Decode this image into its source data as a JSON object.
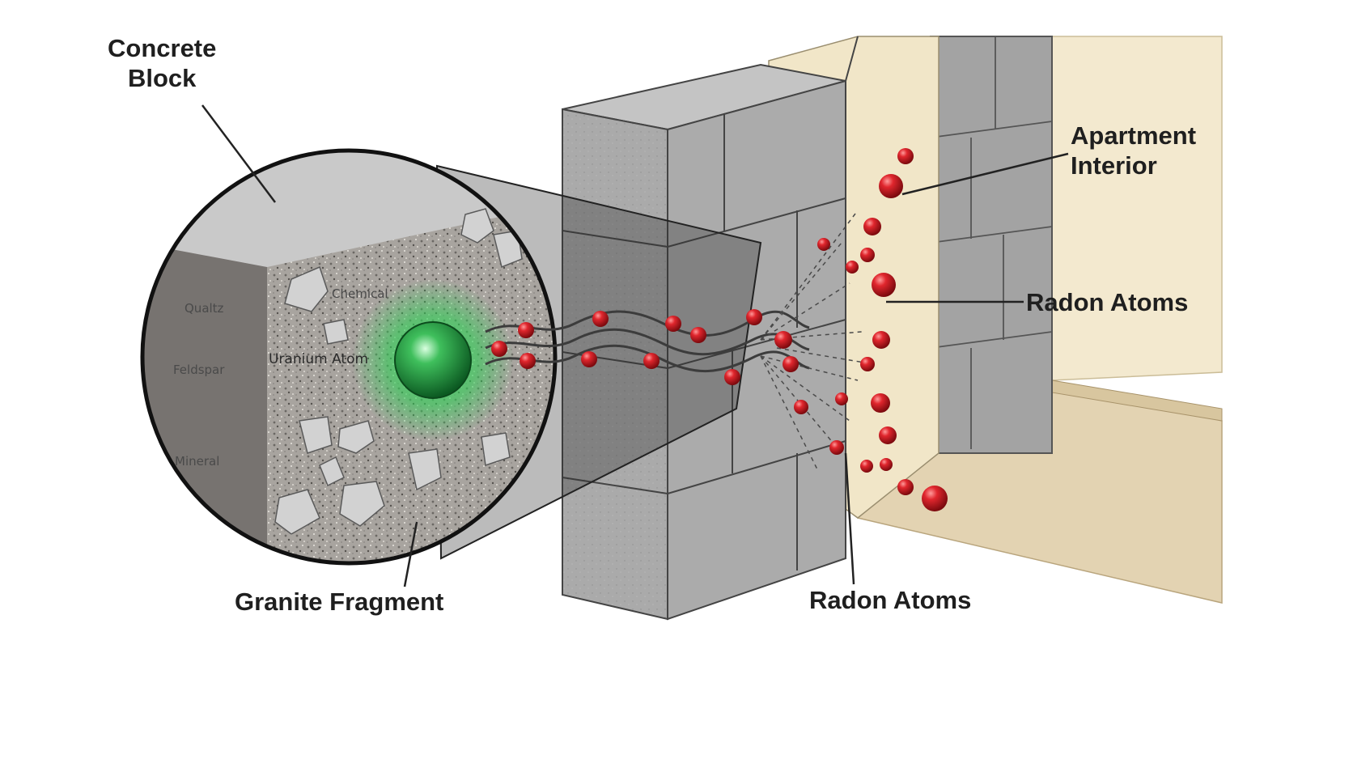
{
  "labels": {
    "concrete_block": "Concrete\nBlock",
    "apartment_interior": "Apartment\nInterior",
    "radon_atoms_right": "Radon Atoms",
    "granite_fragment": "Granite Fragment",
    "radon_atoms_bottom": "Radon Atoms"
  },
  "inset_labels": {
    "quartz": "Qualtz",
    "feldspar": "Feldspar",
    "mineral": "Mineral",
    "uranium_atom": "Uranium Atom",
    "chemical": "Chemical"
  },
  "colors": {
    "concrete": "#a9a9a9",
    "concrete_dark": "#7f7f7f",
    "interior_wall": "#f3e9cf",
    "floor": "#e3d3b2",
    "radon": "#c8141b",
    "uranium": "#1e8f3a",
    "glow": "#39d05a"
  }
}
